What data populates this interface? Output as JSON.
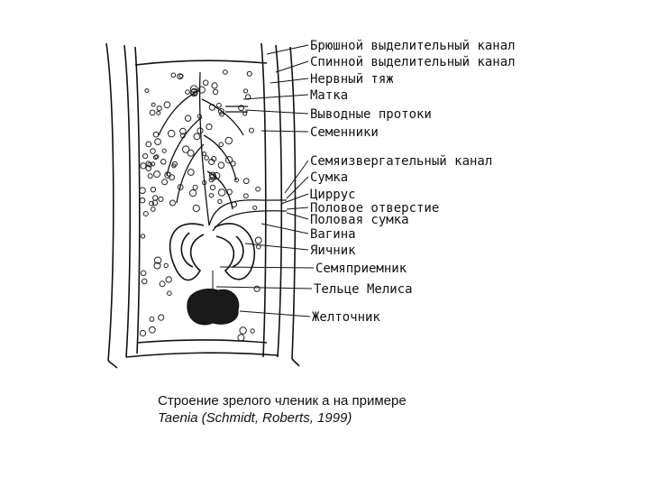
{
  "labels": [
    "Брюшной выделительный канал",
    "Спинной выделительный канал",
    "Нервный тяж",
    "Матка",
    "Выводные протоки",
    "Семенники",
    "Семяизвергательный канал",
    "Сумка",
    "Циррус",
    "Половое отверстие",
    "Половая сумка",
    "Вагина",
    "Яичник",
    "Семяприемник",
    "Тельце Мелиса",
    "Желточник"
  ],
  "caption": {
    "line1": "Строение зрелого членик а на примере",
    "line2": "Taenia (Schmidt, Roberts, 1999)"
  }
}
